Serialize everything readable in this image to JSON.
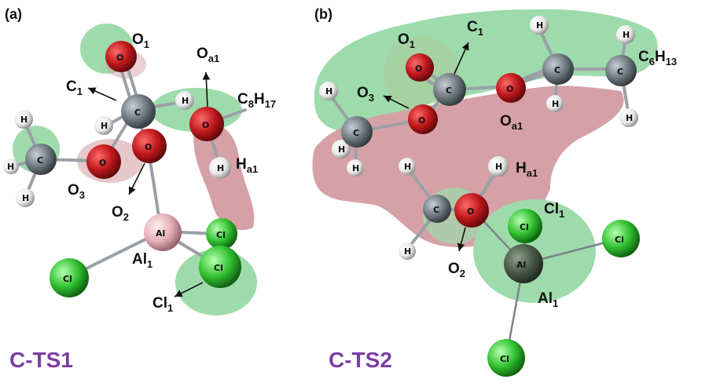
{
  "panels": [
    {
      "letter": "(a)",
      "name": "C-TS1",
      "atom_symbols": {
        "O": "O",
        "C": "C",
        "H": "H",
        "Al": "Al",
        "Cl": "Cl"
      },
      "annotations": {
        "O1": {
          "base": "O",
          "sub": "1"
        },
        "C1": {
          "base": "C",
          "sub": "1"
        },
        "Oa1": {
          "base": "O",
          "sub": "a1"
        },
        "C8H17": {
          "base1": "C",
          "sub1": "8",
          "base2": "H",
          "sub2": "17"
        },
        "Ha1": {
          "base": "H",
          "sub": "a1"
        },
        "O3": {
          "base": "O",
          "sub": "3"
        },
        "O2": {
          "base": "O",
          "sub": "2"
        },
        "Al1": {
          "base": "Al",
          "sub": "1"
        },
        "Cl1": {
          "base": "Cl",
          "sub": "1"
        }
      }
    },
    {
      "letter": "(b)",
      "name": "C-TS2",
      "annotations": {
        "O1": {
          "base": "O",
          "sub": "1"
        },
        "C1": {
          "base": "C",
          "sub": "1"
        },
        "C6H13": {
          "base1": "C",
          "sub1": "6",
          "base2": "H",
          "sub2": "13"
        },
        "O3": {
          "base": "O",
          "sub": "3"
        },
        "Oa1": {
          "base": "O",
          "sub": "a1"
        },
        "Ha1": {
          "base": "H",
          "sub": "a1"
        },
        "Cl1": {
          "base": "Cl",
          "sub": "1"
        },
        "O2": {
          "base": "O",
          "sub": "2"
        },
        "Al1": {
          "base": "Al",
          "sub": "1"
        }
      }
    }
  ],
  "colors": {
    "oxygen": "#c0181c",
    "carbon": "#6f7a80",
    "hydrogen": "#e9e9e9",
    "aluminum": "#e6b0b8",
    "chlorine": "#33c233",
    "surface_green": "#4fbf6a",
    "surface_red": "#b3555e",
    "ts_label": "#7a3fa3"
  }
}
